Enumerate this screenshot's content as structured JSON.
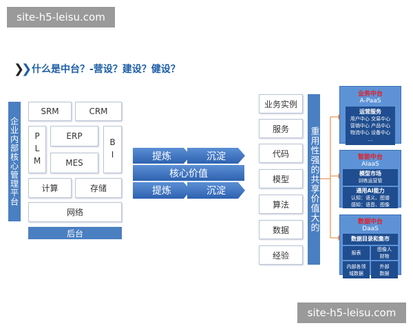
{
  "watermark": "site-h5-leisu.com",
  "title": "什么是中台？-营设？建设？健设？",
  "left": {
    "side_label": "企业内部核心管理平台",
    "srm": "SRM",
    "crm": "CRM",
    "plm": "PLM",
    "erp": "ERP",
    "mes": "MES",
    "bi": "BI",
    "compute": "计算",
    "storage": "存储",
    "network": "网络",
    "backend": "后台"
  },
  "middle": {
    "refine": "提炼",
    "deposit": "沉淀",
    "core_value": "核心价值"
  },
  "list": {
    "items": [
      "业务实例",
      "服务",
      "代码",
      "模型",
      "算法",
      "数据",
      "经验"
    ],
    "side_label": "重用性强的共享价值大的"
  },
  "panels": {
    "business": {
      "title": "业务中台",
      "sub": "A-PaaS",
      "inner_title": "运营服务",
      "lines": [
        "用户中心 交易中心",
        "营销中心 产品中心",
        "物流中心 设备中心",
        "..."
      ]
    },
    "ai": {
      "title": "智能中台",
      "sub": "AIaaS",
      "market_title": "模型市场",
      "market_sub": "训练运营管",
      "general_title": "通用AI能力",
      "general_lines": [
        "认知：语义、图谱",
        "感知：语音、图像"
      ]
    },
    "data": {
      "title": "数据中台",
      "sub": "DaaS",
      "catalog": "数据目录和集市",
      "cells": [
        "报表",
        "图像人财物",
        "内部各领域数据",
        "外部数据"
      ]
    }
  },
  "colors": {
    "accent": "#4a7fc1",
    "connector": "#e07a2a",
    "title": "#1f5fa8"
  }
}
